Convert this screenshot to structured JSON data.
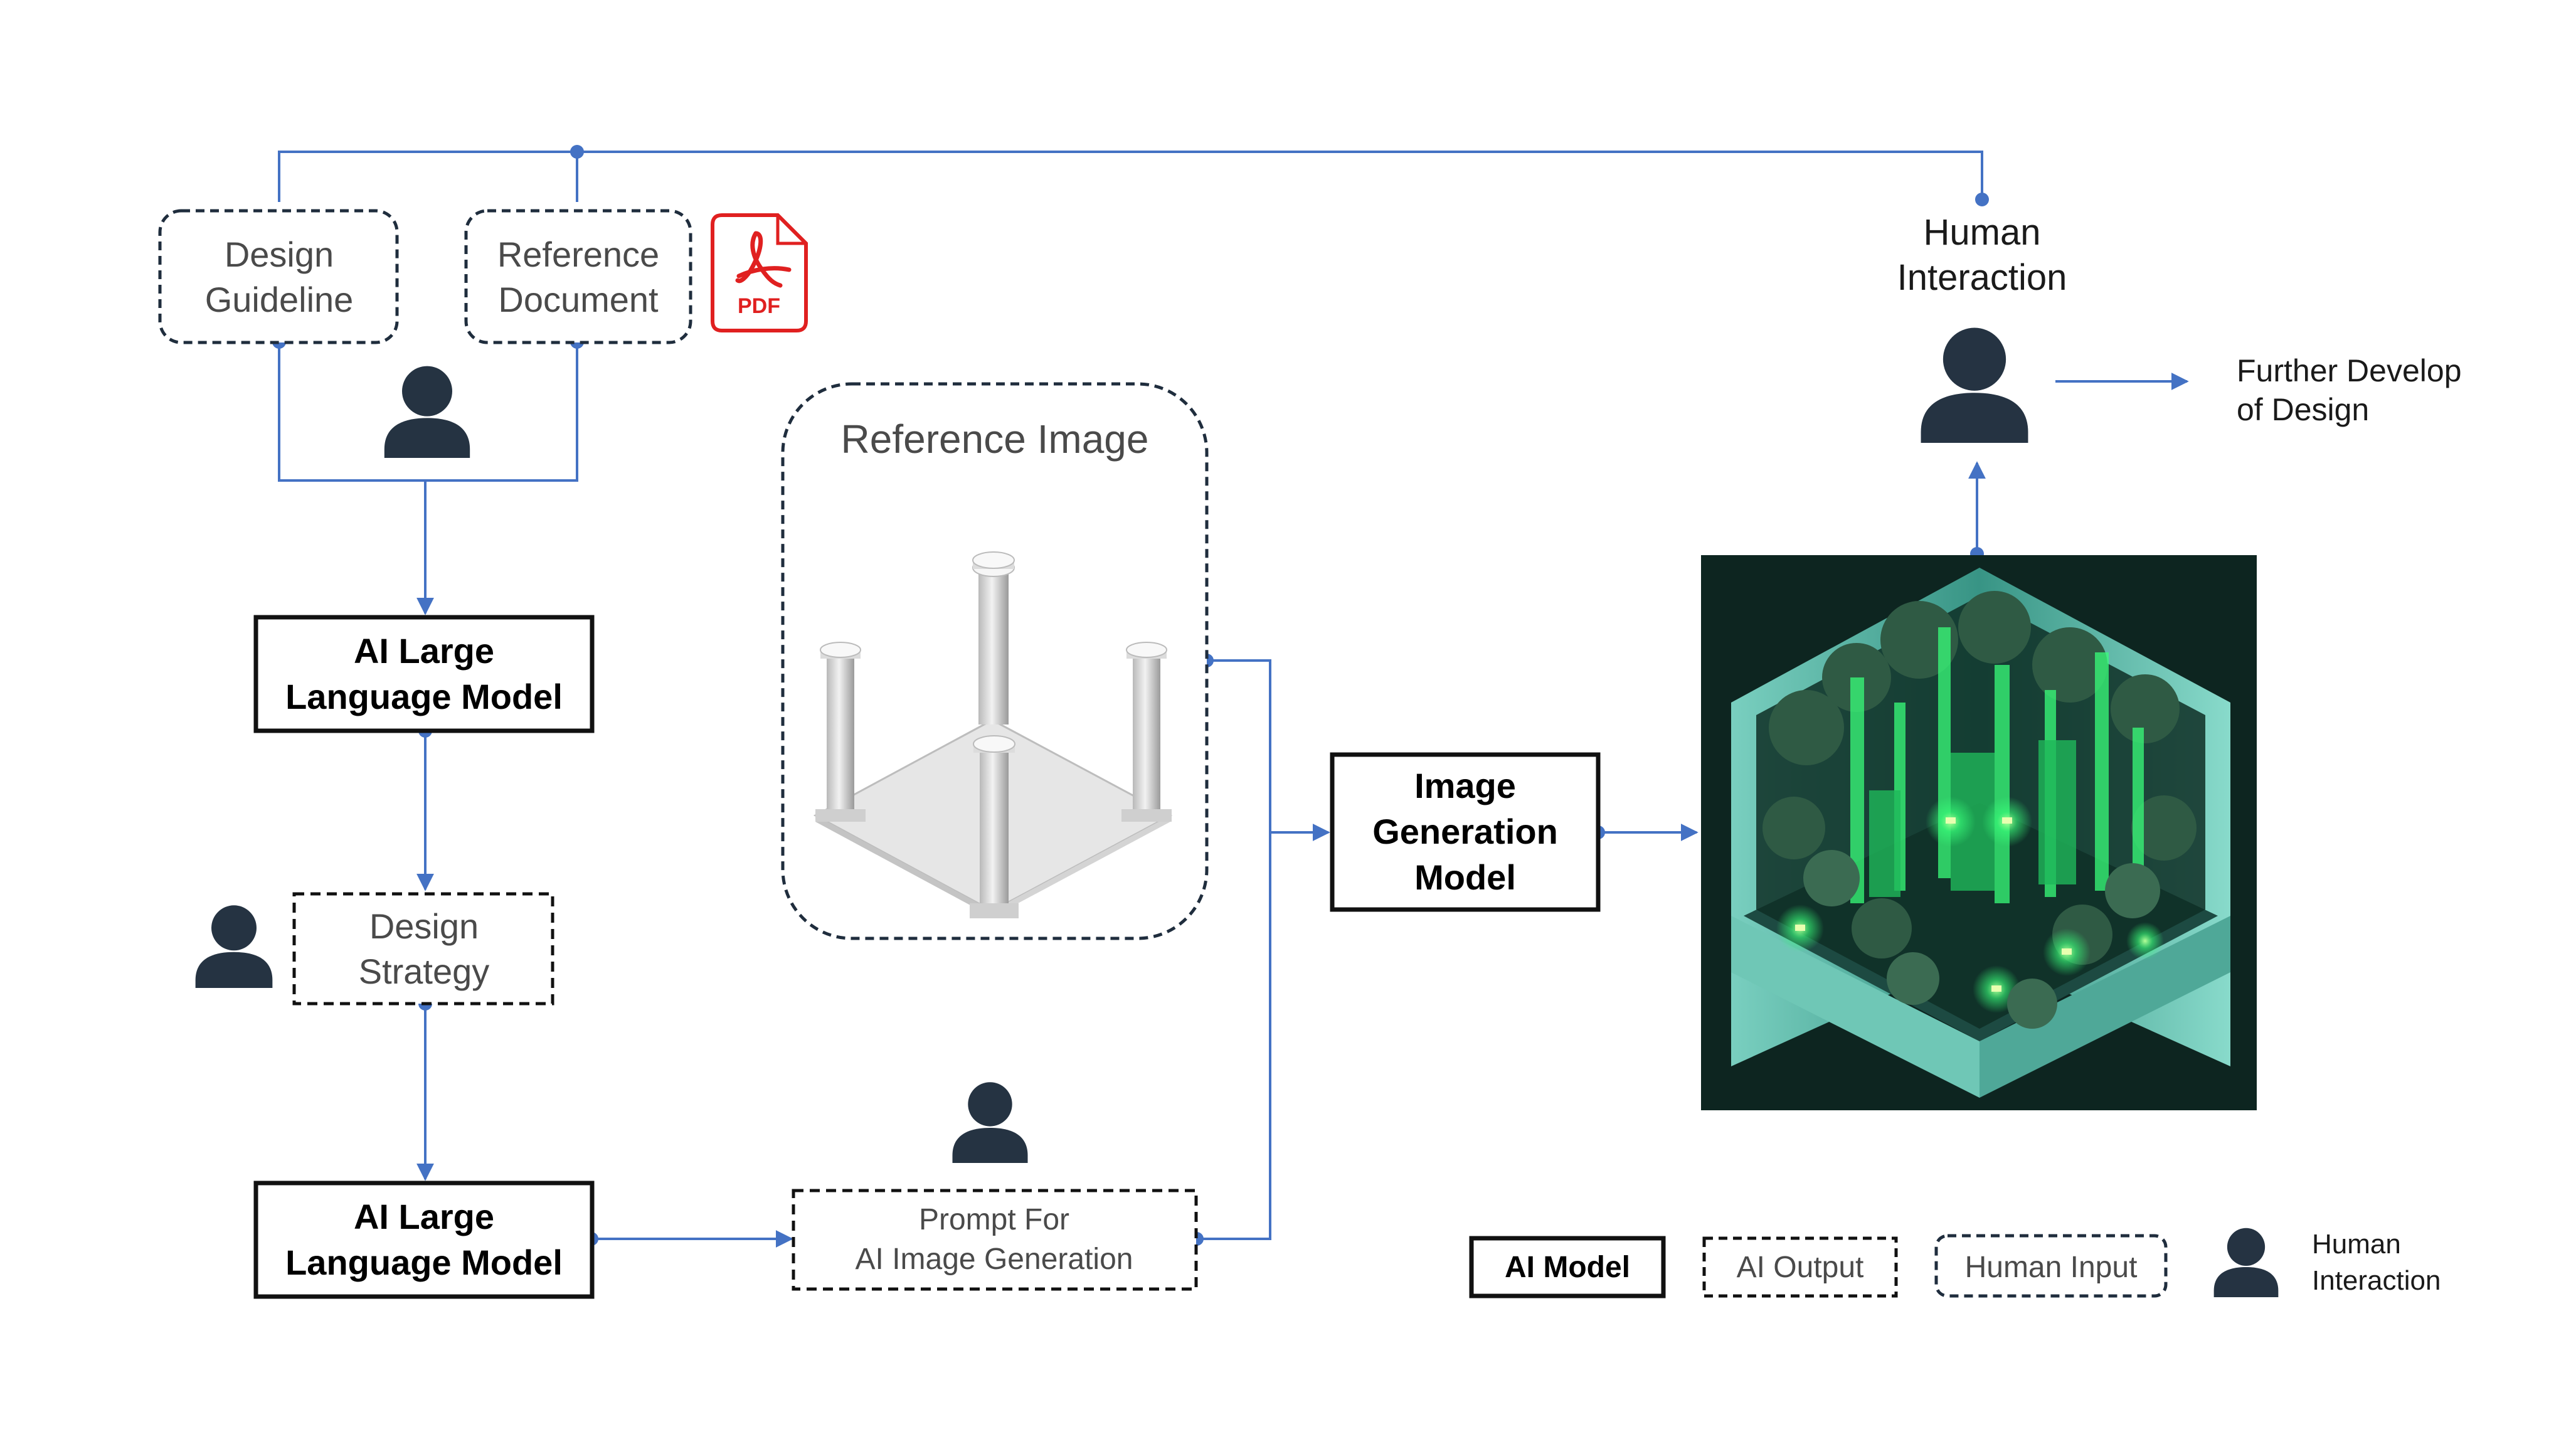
{
  "nodes": {
    "design_guideline": [
      "Design",
      "Guideline"
    ],
    "reference_document": [
      "Reference",
      "Document"
    ],
    "pdf_icon_label": "PDF",
    "llm_top": [
      "AI Large",
      "Language Model"
    ],
    "design_strategy": [
      "Design",
      "Strategy"
    ],
    "llm_bottom": [
      "AI Large",
      "Language Model"
    ],
    "prompt": [
      "Prompt For",
      "AI Image Generation"
    ],
    "reference_image_title": "Reference Image",
    "image_generation_model": [
      "Image",
      "Generation",
      "Model"
    ],
    "human_interaction": [
      "Human",
      "Interaction"
    ],
    "further_develop": [
      "Further Develop",
      "of Design"
    ]
  },
  "legend": {
    "ai_model": "AI Model",
    "ai_output": "AI Output",
    "human_input": "Human Input",
    "human_interaction": [
      "Human",
      "Interaction"
    ]
  },
  "colors": {
    "connector": "#4472c4",
    "human_icon": "#253342",
    "human_input_border": "#1f2d3d",
    "pdf_red": "#e02020",
    "render_bg": "#0b1f1a",
    "render_glow": "#39ff7a"
  }
}
